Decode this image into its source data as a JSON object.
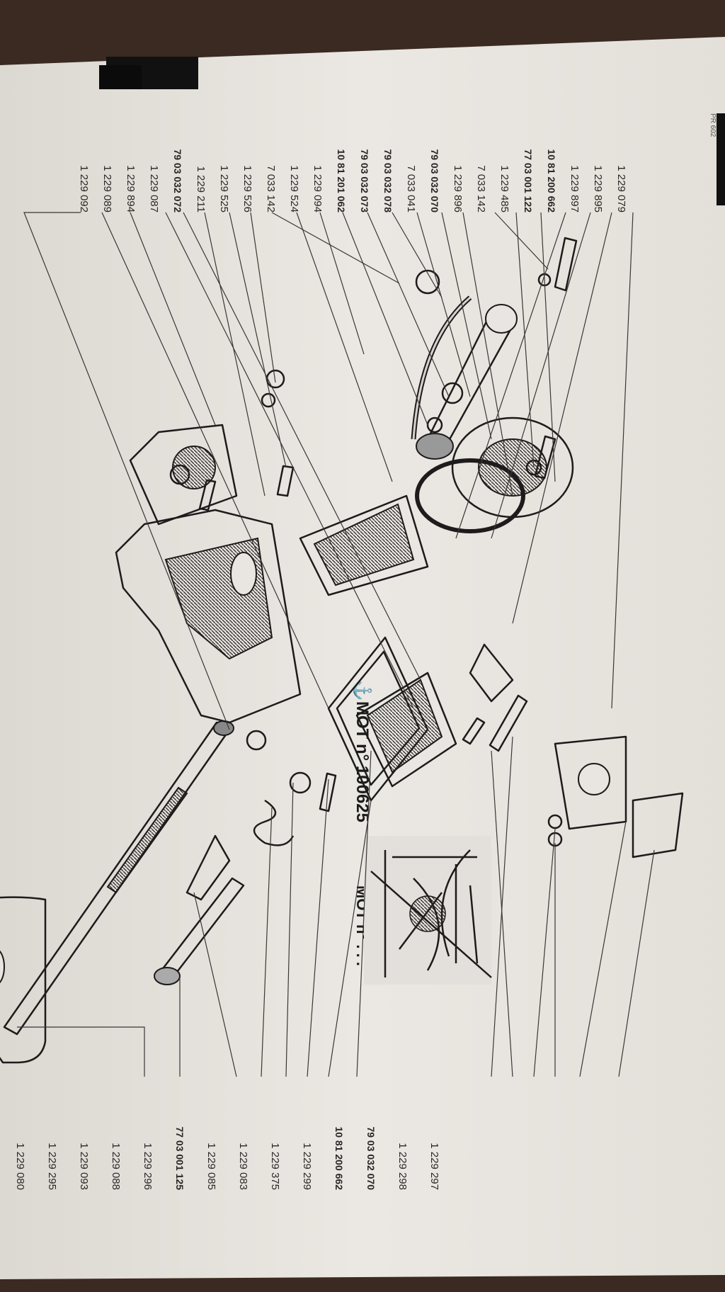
{
  "header": {
    "line1": "MOT n° 100625",
    "line2": "MOT n° . . .",
    "corner": "PR 602"
  },
  "colors": {
    "paper": "#e9e6e1",
    "ink": "#1d1b1b",
    "background": "#3a2a22"
  },
  "right_labels": [
    {
      "text": "1 229 092",
      "bold": false
    },
    {
      "text": "1 229 089",
      "bold": false
    },
    {
      "text": "1 229 894",
      "bold": false
    },
    {
      "text": "1 229 087",
      "bold": false
    },
    {
      "text": "79 03 032 072",
      "bold": true
    },
    {
      "text": "1 229 211",
      "bold": false
    },
    {
      "text": "1 229 525",
      "bold": false
    },
    {
      "text": "1 229 526",
      "bold": false
    },
    {
      "text": "7 033 142",
      "bold": false
    },
    {
      "text": "1 229 524",
      "bold": false
    },
    {
      "text": "1 229 094",
      "bold": false
    },
    {
      "text": "10 81 201 062",
      "bold": true
    },
    {
      "text": "79 03 032 073",
      "bold": true
    },
    {
      "text": "79 03 032 078",
      "bold": true
    },
    {
      "text": "7 033 041",
      "bold": false
    },
    {
      "text": "79 03 032 070",
      "bold": true
    },
    {
      "text": "1 229 896",
      "bold": false
    },
    {
      "text": "7 033 142",
      "bold": false
    },
    {
      "text": "1 229 485",
      "bold": false
    },
    {
      "text": "77 03 001 122",
      "bold": true
    },
    {
      "text": "10 81 200 662",
      "bold": true
    },
    {
      "text": "1 229 897",
      "bold": false
    },
    {
      "text": "1 229 895",
      "bold": false
    },
    {
      "text": "1 229 079",
      "bold": false
    }
  ],
  "left_labels": [
    {
      "text": "1 229 080",
      "bold": false
    },
    {
      "text": "1 229 295",
      "bold": false
    },
    {
      "text": "1 229 093",
      "bold": false
    },
    {
      "text": "1 229 088",
      "bold": false
    },
    {
      "text": "1 229 296",
      "bold": false
    },
    {
      "text": "77 03 001 125",
      "bold": true
    },
    {
      "text": "1 229 085",
      "bold": false
    },
    {
      "text": "1 229 083",
      "bold": false
    },
    {
      "text": "1 229 375",
      "bold": false
    },
    {
      "text": "1 229 299",
      "bold": false
    },
    {
      "text": "10 81 200 662",
      "bold": true
    },
    {
      "text": "79 03 032 070",
      "bold": true
    },
    {
      "text": "1 229 298",
      "bold": false
    },
    {
      "text": "1 229 297",
      "bold": false
    }
  ]
}
